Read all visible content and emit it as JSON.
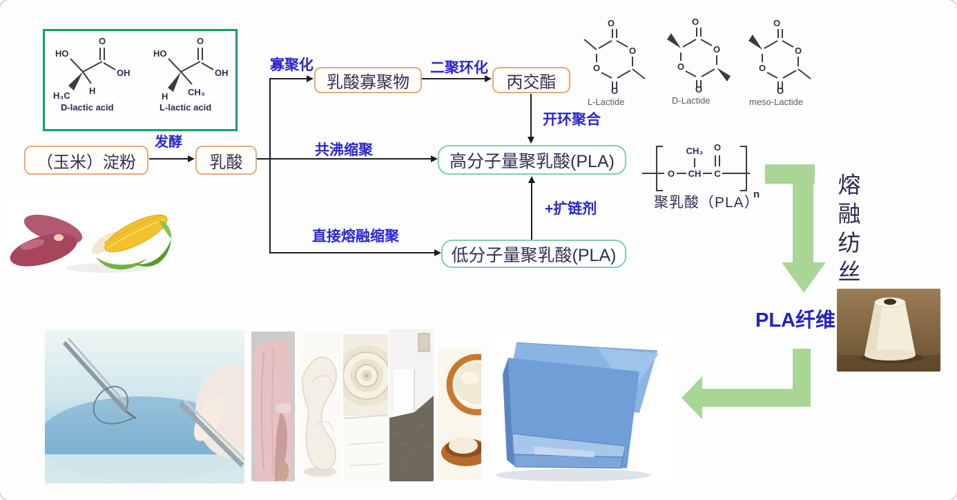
{
  "colors": {
    "flow_label_blue": "#2a26ce",
    "box_text": "#332d55",
    "amber_box_border": "#e3a97c",
    "teal_box_border": "#85ccb7",
    "green_panel_border": "#12a061",
    "green_arrow": "#a9d595",
    "black_arrow": "#1c1c1c"
  },
  "flowchart": {
    "nodes": {
      "starch": "（玉米）淀粉",
      "lactic_acid": "乳酸",
      "lactic_oligomer": "乳酸寡聚物",
      "lactide": "丙交酯",
      "high_mw_pla": "高分子量聚乳酸(PLA)",
      "low_mw_pla": "低分子量聚乳酸(PLA)"
    },
    "edges": {
      "fermentation": "发酵",
      "oligomerization": "寡聚化",
      "dimer_cyclization": "二聚环化",
      "ring_opening_polymerization": "开环聚合",
      "azeotropic_condensation": "共沸缩聚",
      "direct_melt_condensation": "直接熔融缩聚",
      "chain_extender": "+扩链剂",
      "melt_spinning": "熔融纺丝"
    },
    "product_label": "PLA纤维"
  },
  "structures": {
    "d_lactic": {
      "caption": "D-lactic acid",
      "ho": "HO",
      "o": "O",
      "oh": "OH",
      "methyl": "H₃C",
      "h": "H"
    },
    "l_lactic": {
      "caption": "L-lactic acid",
      "ho": "HO",
      "o": "O",
      "oh": "OH",
      "h": "H",
      "methyl": "CH₃"
    },
    "lactide_atom_o": "O",
    "lactides": [
      {
        "caption": "L-Lactide"
      },
      {
        "caption": "D-Lactide"
      },
      {
        "caption": "meso-Lactide"
      }
    ],
    "pla_unit": {
      "o_ether": "O",
      "ch": "CH",
      "ch3": "CH₃",
      "c": "C",
      "o_carbonyl": "O",
      "n": "n",
      "caption": "聚乳酸（PLA）"
    }
  },
  "images": {
    "feedstock": "sweet-potato-and-corn-photo",
    "suture": "surgical-suture-photo",
    "apparel": "pink-garment-photo",
    "tissue": "white-tissue-photo",
    "towel": "rolled-towel-photo",
    "carpet": "room-carpet-photo",
    "soap": "soap-in-bowl-photo",
    "nonwoven": "blue-nonwoven-fabric-photo",
    "yarn_cone": "pla-yarn-cone-photo"
  }
}
